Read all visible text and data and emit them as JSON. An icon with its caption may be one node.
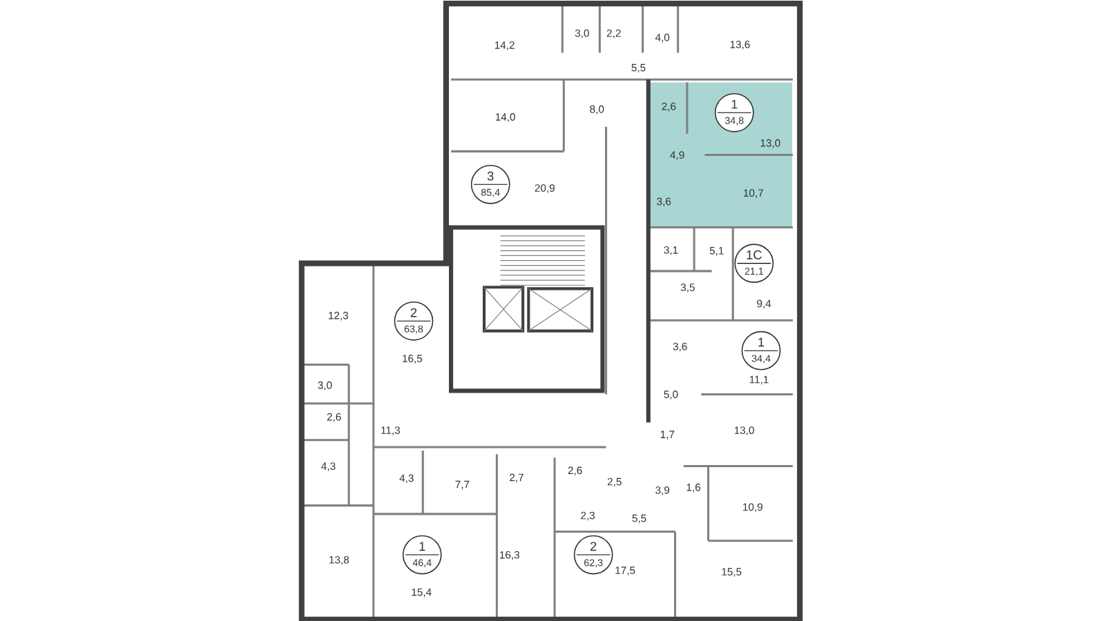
{
  "diagram": {
    "nodes": [
      {
        "text": [
          "1",
          "34,8"
        ]
      },
      {
        "text": [
          "3",
          "85,4"
        ]
      },
      {
        "text": [
          "1С",
          "21,1"
        ]
      },
      {
        "text": [
          "2",
          "63,8"
        ]
      },
      {
        "text": [
          "1",
          "34,4"
        ]
      },
      {
        "text": [
          "1",
          "46,4"
        ]
      },
      {
        "text": [
          "2",
          "62,3"
        ]
      }
    ],
    "labels": [
      "14,2",
      "3,0",
      "2,2",
      "4,0",
      "13,6",
      "5,5",
      "14,0",
      "8,0",
      "2,6",
      "13,0",
      "4,9",
      "20,9",
      "10,7",
      "3,6",
      "3,1",
      "5,1",
      "3,5",
      "9,4",
      "12,3",
      "3,6",
      "16,5",
      "3,0",
      "11,1",
      "5,0",
      "2,6",
      "11,3",
      "13,0",
      "1,7",
      "4,3",
      "4,3",
      "7,7",
      "2,7",
      "2,6",
      "2,5",
      "3,9",
      "1,6",
      "10,9",
      "2,3",
      "5,5",
      "13,8",
      "16,3",
      "17,5",
      "15,5",
      "15,4"
    ]
  }
}
